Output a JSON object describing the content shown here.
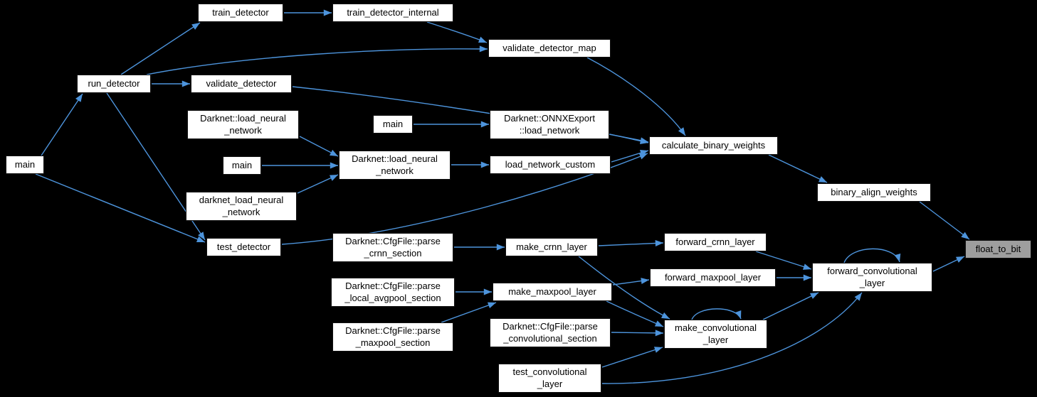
{
  "diagram": {
    "kind": "call-graph",
    "highlighted_node": "float_to_bit",
    "colors": {
      "background": "#000000",
      "node_fill": "#ffffff",
      "node_border": "#111111",
      "node_text": "#000000",
      "highlight_fill": "#9e9e9e",
      "edge": "#4d94dc"
    },
    "nodes": {
      "train_detector": {
        "label": "train_detector"
      },
      "train_detector_internal": {
        "label": "train_detector_internal"
      },
      "validate_detector_map": {
        "label": "validate_detector_map"
      },
      "run_detector": {
        "label": "run_detector"
      },
      "validate_detector": {
        "label": "validate_detector"
      },
      "load_neural_network_1": {
        "label": "Darknet::load_neural\n_network"
      },
      "main_onnx": {
        "label": "main"
      },
      "onnx_load_network": {
        "label": "Darknet::ONNXExport\n::load_network"
      },
      "calculate_binary_weights": {
        "label": "calculate_binary_weights"
      },
      "main_left": {
        "label": "main"
      },
      "main_mid": {
        "label": "main"
      },
      "load_neural_network_2": {
        "label": "Darknet::load_neural\n_network"
      },
      "load_network_custom": {
        "label": "load_network_custom"
      },
      "darknet_load_neural_network": {
        "label": "darknet_load_neural\n_network"
      },
      "binary_align_weights": {
        "label": "binary_align_weights"
      },
      "test_detector": {
        "label": "test_detector"
      },
      "parse_crnn_section": {
        "label": "Darknet::CfgFile::parse\n_crnn_section"
      },
      "make_crnn_layer": {
        "label": "make_crnn_layer"
      },
      "forward_crnn_layer": {
        "label": "forward_crnn_layer"
      },
      "float_to_bit": {
        "label": "float_to_bit"
      },
      "forward_maxpool_layer": {
        "label": "forward_maxpool_layer"
      },
      "forward_convolutional_layer": {
        "label": "forward_convolutional\n_layer"
      },
      "parse_local_avgpool_section": {
        "label": "Darknet::CfgFile::parse\n_local_avgpool_section"
      },
      "make_maxpool_layer": {
        "label": "make_maxpool_layer"
      },
      "parse_maxpool_section": {
        "label": "Darknet::CfgFile::parse\n_maxpool_section"
      },
      "parse_convolutional_section": {
        "label": "Darknet::CfgFile::parse\n_convolutional_section"
      },
      "make_convolutional_layer": {
        "label": "make_convolutional\n_layer"
      },
      "test_convolutional_layer": {
        "label": "test_convolutional\n_layer"
      }
    },
    "edges": [
      {
        "from": "train_detector",
        "to": "train_detector_internal"
      },
      {
        "from": "train_detector_internal",
        "to": "validate_detector_map"
      },
      {
        "from": "run_detector",
        "to": "train_detector"
      },
      {
        "from": "run_detector",
        "to": "validate_detector"
      },
      {
        "from": "run_detector",
        "to": "validate_detector_map"
      },
      {
        "from": "run_detector",
        "to": "test_detector"
      },
      {
        "from": "main_left",
        "to": "run_detector"
      },
      {
        "from": "main_left",
        "to": "test_detector"
      },
      {
        "from": "validate_detector_map",
        "to": "calculate_binary_weights"
      },
      {
        "from": "validate_detector",
        "to": "calculate_binary_weights"
      },
      {
        "from": "load_neural_network_1",
        "to": "load_neural_network_2"
      },
      {
        "from": "main_mid",
        "to": "load_neural_network_2"
      },
      {
        "from": "darknet_load_neural_network",
        "to": "load_neural_network_2"
      },
      {
        "from": "load_neural_network_2",
        "to": "load_network_custom"
      },
      {
        "from": "main_onnx",
        "to": "onnx_load_network"
      },
      {
        "from": "onnx_load_network",
        "to": "calculate_binary_weights"
      },
      {
        "from": "load_network_custom",
        "to": "calculate_binary_weights"
      },
      {
        "from": "test_detector",
        "to": "calculate_binary_weights"
      },
      {
        "from": "calculate_binary_weights",
        "to": "binary_align_weights"
      },
      {
        "from": "binary_align_weights",
        "to": "float_to_bit"
      },
      {
        "from": "forward_convolutional_layer",
        "to": "float_to_bit"
      },
      {
        "from": "forward_crnn_layer",
        "to": "forward_convolutional_layer"
      },
      {
        "from": "forward_maxpool_layer",
        "to": "forward_convolutional_layer"
      },
      {
        "from": "make_crnn_layer",
        "to": "forward_crnn_layer"
      },
      {
        "from": "parse_crnn_section",
        "to": "make_crnn_layer"
      },
      {
        "from": "make_crnn_layer",
        "to": "make_convolutional_layer"
      },
      {
        "from": "parse_local_avgpool_section",
        "to": "make_maxpool_layer"
      },
      {
        "from": "parse_maxpool_section",
        "to": "make_maxpool_layer"
      },
      {
        "from": "make_maxpool_layer",
        "to": "forward_maxpool_layer"
      },
      {
        "from": "make_maxpool_layer",
        "to": "make_convolutional_layer"
      },
      {
        "from": "parse_convolutional_section",
        "to": "make_convolutional_layer"
      },
      {
        "from": "make_convolutional_layer",
        "to": "forward_convolutional_layer"
      },
      {
        "from": "make_convolutional_layer",
        "to": "make_convolutional_layer"
      },
      {
        "from": "forward_convolutional_layer",
        "to": "forward_convolutional_layer"
      },
      {
        "from": "test_convolutional_layer",
        "to": "make_convolutional_layer"
      },
      {
        "from": "test_convolutional_layer",
        "to": "forward_convolutional_layer"
      }
    ]
  }
}
